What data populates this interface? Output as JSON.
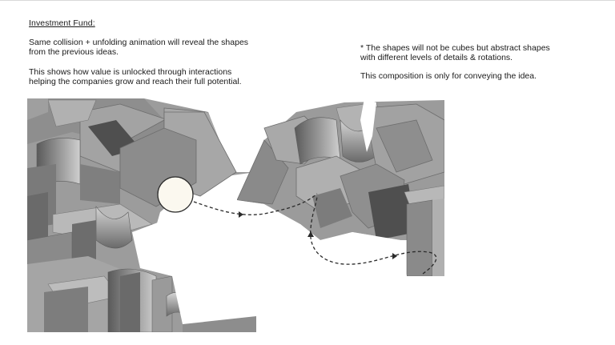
{
  "header": {
    "title": "Investment Fund:"
  },
  "intro": {
    "line1a": "Same collision + unfolding animation will reveal the shapes",
    "line1b": "from the previous ideas.",
    "line2a": "This shows how value is unlocked through interactions",
    "line2b": "helping the companies grow and reach their full potential."
  },
  "notes": {
    "note1a": "* The shapes will not be cubes but abstract shapes",
    "note1b": "with different levels of details & rotations.",
    "note2": "This composition is only for conveying the idea."
  },
  "colors": {
    "background": "#ffffff",
    "shape_light": "#a6a6a6",
    "shape_mid": "#8f8f8f",
    "shape_dark": "#5e5e5e",
    "circle_fill": "#fbf8ef"
  }
}
